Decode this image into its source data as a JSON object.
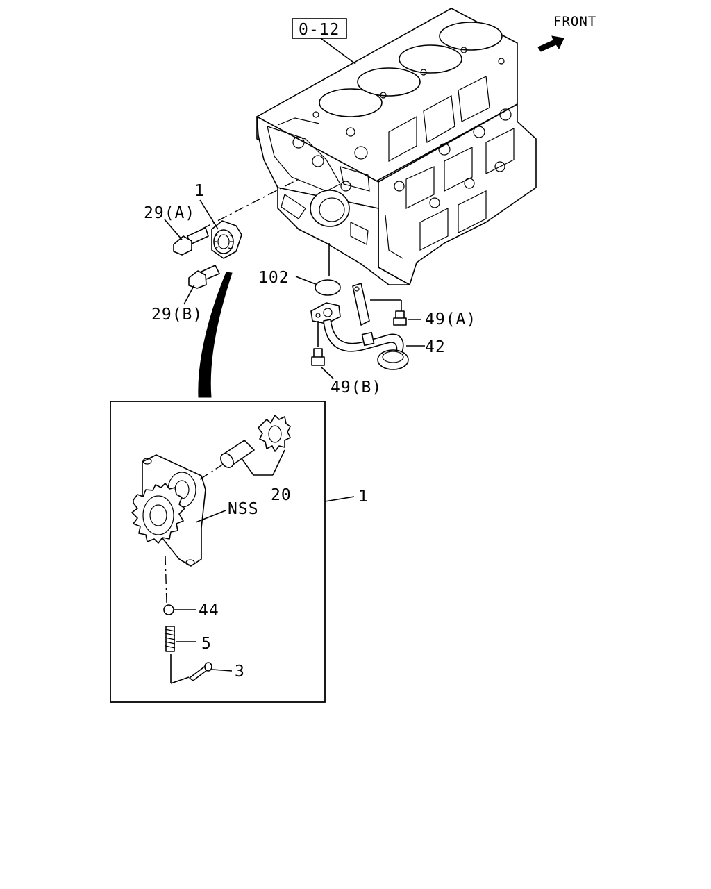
{
  "diagram": {
    "reference_label": "0-12",
    "front_label": "FRONT",
    "callouts": {
      "oil_pump_top": "1",
      "oil_pump_box": "1",
      "bolt_a": "29(A)",
      "bolt_b": "29(B)",
      "o_ring": "102",
      "strainer_bolt_a": "49(A)",
      "strainer_bolt_b": "49(B)",
      "oil_strainer": "42",
      "gear_shaft": "20",
      "nss": "NSS",
      "ball": "44",
      "spring": "5",
      "pin": "3"
    }
  }
}
